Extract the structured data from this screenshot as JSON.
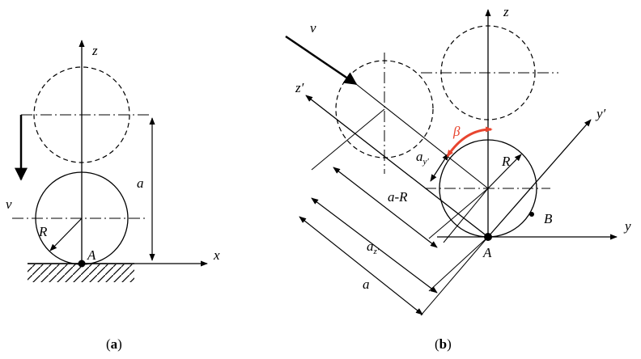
{
  "panel_a": {
    "caption_open": "(",
    "caption_letter": "a",
    "caption_close": ")",
    "labels": {
      "z": "z",
      "x": "x",
      "v": "v",
      "a": "a",
      "R": "R",
      "A": "A"
    }
  },
  "panel_b": {
    "caption_open": "(",
    "caption_letter": "b",
    "caption_close": ")",
    "labels": {
      "z": "z",
      "y": "y",
      "v": "v",
      "z_prime": "z′",
      "y_prime": "y′",
      "beta": "β",
      "a_y_prime": "a",
      "a_y_sub": "y′",
      "R": "R",
      "a_minus_R": "a-R",
      "a_z_prime": "a",
      "a_z_sub": "z′",
      "a": "a",
      "A": "A",
      "B": "B"
    }
  },
  "colors": {
    "ink": "#000000",
    "beta": "#e8452f"
  }
}
